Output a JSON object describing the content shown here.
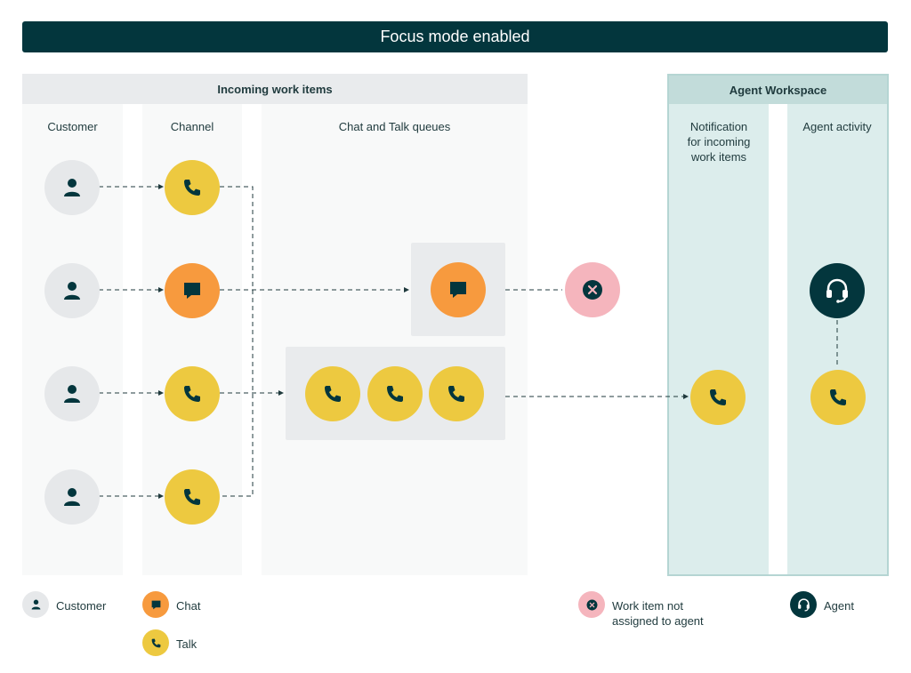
{
  "banner": {
    "title": "Focus mode enabled"
  },
  "incoming": {
    "title": "Incoming work items",
    "columns": {
      "customer": "Customer",
      "channel": "Channel",
      "queues": "Chat and Talk queues"
    }
  },
  "workspace": {
    "title": "Agent Workspace",
    "columns": {
      "notification": [
        "Notification",
        "for incoming",
        "work items"
      ],
      "activity": "Agent activity"
    }
  },
  "legend": {
    "customer": "Customer",
    "chat": "Chat",
    "talk": "Talk",
    "not_assigned": [
      "Work item not",
      "assigned to agent"
    ],
    "agent": "Agent"
  },
  "icons": {
    "customer": "person-icon",
    "talk": "phone-icon",
    "chat": "chat-bubble-icon",
    "rejected": "x-circle-icon",
    "agent": "headset-icon"
  },
  "colors": {
    "banner": "#03363d",
    "talk": "#edc940",
    "chat": "#f79a3e",
    "rejected": "#f5b5bd",
    "agent": "#03363d",
    "customer": "#e6e8ea"
  }
}
